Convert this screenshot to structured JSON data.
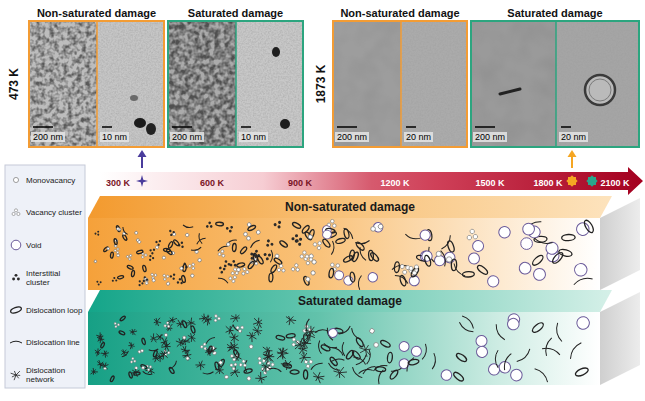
{
  "diagram": {
    "nodes": [
      {
        "text": [
          "Non-saturated damage",
          "200 nm",
          "10 nm"
        ]
      },
      {
        "text": [
          "Saturated damage",
          "200 nm",
          "10 nm"
        ]
      },
      {
        "text": [
          "Non-saturated damage",
          "200 nm",
          "20 nm"
        ]
      },
      {
        "text": [
          "Saturated damage",
          "200 nm",
          "20 nm"
        ]
      },
      {
        "text": [
          "Non-saturated damage"
        ]
      },
      {
        "text": [
          "Saturated damage"
        ]
      }
    ],
    "labels": [
      "473 K",
      "1873 K",
      "300 K",
      "600 K",
      "900 K",
      "1200 K",
      "1500 K",
      "1800 K",
      "2100 K"
    ],
    "legend": [
      {
        "text": "Monovacancy"
      },
      {
        "text": "Vacancy cluster"
      },
      {
        "text": "Void"
      },
      {
        "text": "Interstitial cluster"
      },
      {
        "text": "Dislocation loop"
      },
      {
        "text": "Dislocation line"
      },
      {
        "text": "Dislocation network"
      }
    ]
  }
}
